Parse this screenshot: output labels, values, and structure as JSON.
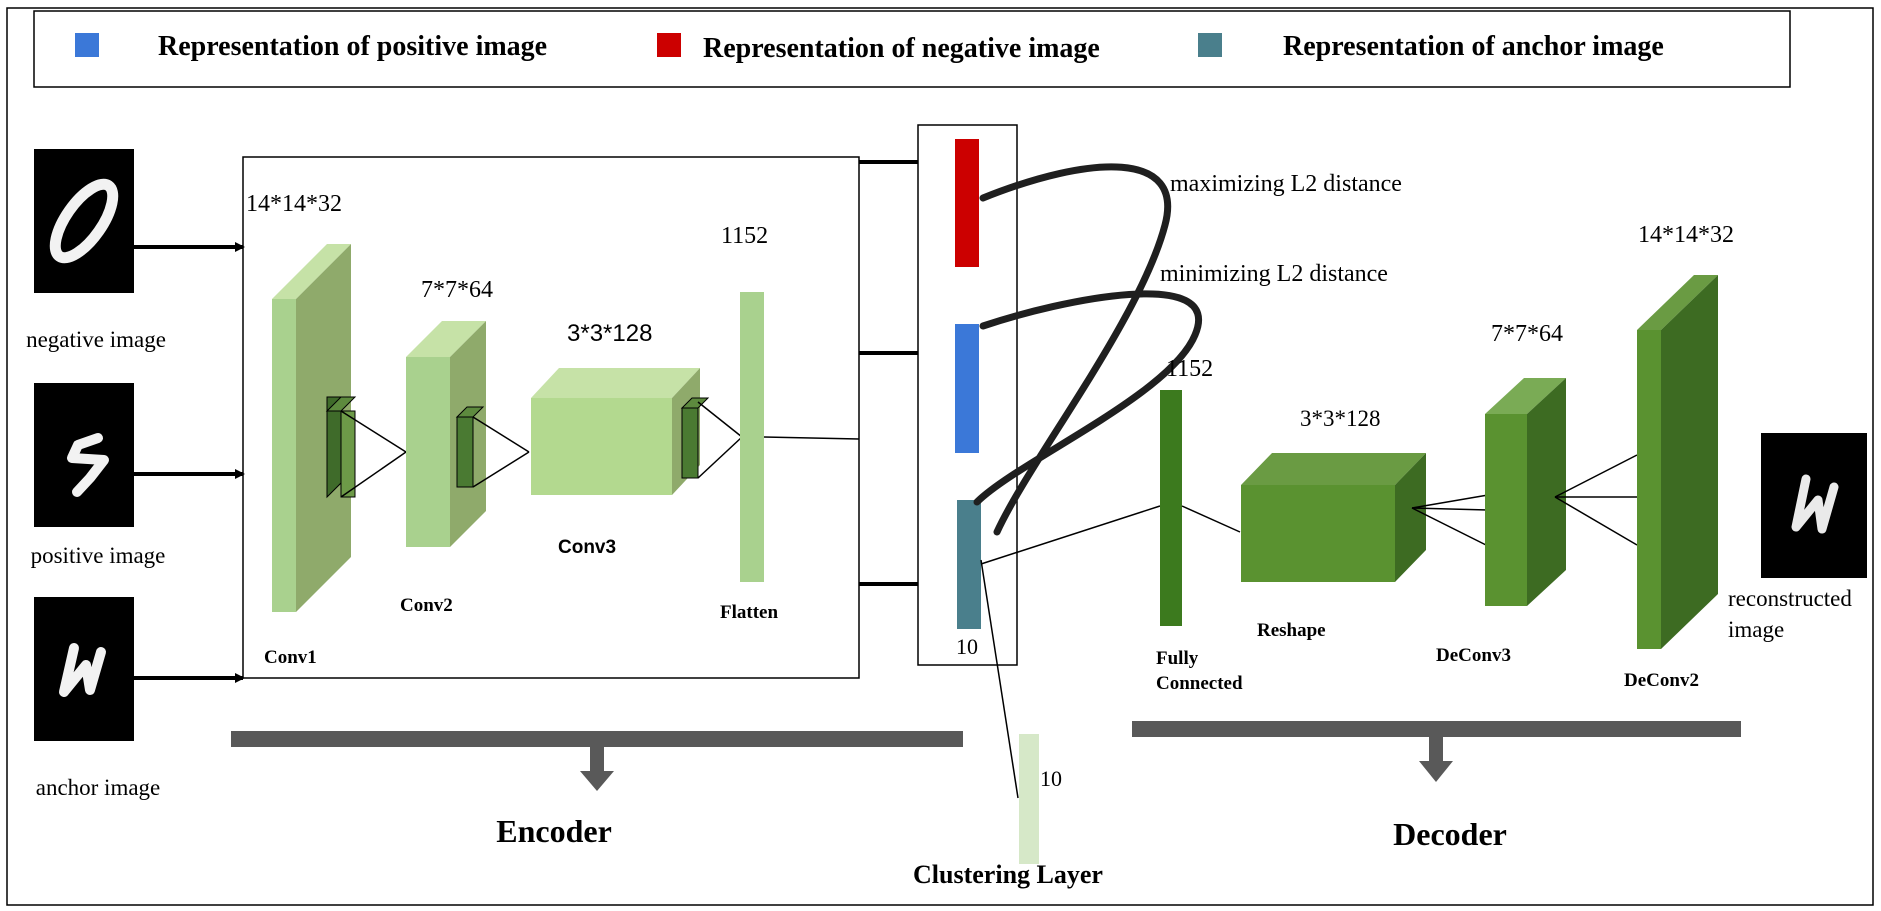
{
  "legend": {
    "positive": "Representation of positive image",
    "negative": "Representation of negative image",
    "anchor": "Representation of anchor image"
  },
  "colors": {
    "positive": "#3b78d8",
    "negative": "#cc0000",
    "anchor": "#4a7f8c",
    "encoder_light": "#b5d98f",
    "decoder_dark": "#4e8a2e"
  },
  "inputs": {
    "negative": "negative image",
    "positive": "positive image",
    "anchor": "anchor image"
  },
  "encoder": {
    "conv1_dim": "14*14*32",
    "conv1_label": "Conv1",
    "conv2_dim": "7*7*64",
    "conv2_label": "Conv2",
    "conv3_dim": "3*3*128",
    "conv3_label": "Conv3",
    "flatten_dim": "1152",
    "flatten_label": "Flatten",
    "title": "Encoder"
  },
  "embedding": {
    "dim": "10",
    "max_label": "maximizing L2 distance",
    "min_label": "minimizing L2 distance"
  },
  "clustering": {
    "dim": "10",
    "label": "Clustering Layer"
  },
  "decoder": {
    "fc_dim": "1152",
    "fc_label_1": "Fully",
    "fc_label_2": "Connected",
    "reshape_dim": "3*3*128",
    "reshape_label": "Reshape",
    "deconv3_dim": "7*7*64",
    "deconv3_label": "DeConv3",
    "deconv2_dim": "14*14*32",
    "deconv2_label": "DeConv2",
    "title": "Decoder"
  },
  "output": {
    "label_1": "reconstructed",
    "label_2": "image"
  }
}
